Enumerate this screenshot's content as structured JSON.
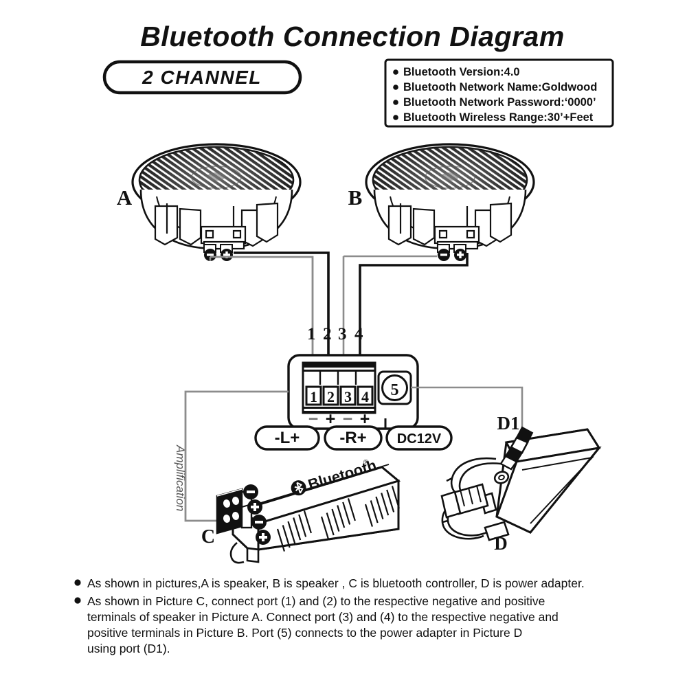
{
  "page": {
    "title": "Bluetooth Connection Diagram",
    "channel_badge": "2 CHANNEL",
    "background_color": "#ffffff",
    "ink_color": "#111111",
    "wire_gray": "#8c8c8c"
  },
  "spec_box": {
    "items": [
      "Bluetooth Version:4.0",
      "Bluetooth Network Name:Goldwood",
      "Bluetooth Network Password:‘0000’",
      "Bluetooth Wireless Range:30’+Feet"
    ]
  },
  "components": {
    "speaker_a": {
      "label": "A",
      "name": "ceiling-speaker",
      "terminals": [
        "−",
        "+"
      ]
    },
    "speaker_b": {
      "label": "B",
      "name": "ceiling-speaker",
      "terminals": [
        "−",
        "+"
      ]
    },
    "controller": {
      "label": "C",
      "brand": "Bluetooth",
      "trademark": "®",
      "terminals": [
        "−",
        "+",
        "−",
        "+"
      ]
    },
    "adapter": {
      "label": "D",
      "plug_label": "D1"
    },
    "amplifier": {
      "side_label": "Amplification"
    }
  },
  "terminal_block": {
    "port_numbers": [
      "1",
      "2",
      "3",
      "4"
    ],
    "polarity": [
      "−",
      "+",
      "−",
      "+"
    ],
    "dc_port": "5",
    "callout_numbers": [
      "1",
      "2",
      "3",
      "4"
    ],
    "pills": [
      "-L+",
      "-R+",
      "DC12V"
    ]
  },
  "notes": {
    "bullets": [
      "As shown in pictures,A is speaker, B is speaker , C is bluetooth controller, D is power adapter.",
      "As shown in Picture C, connect port (1) and (2) to the respective negative and positive terminals of speaker in Picture A.  Connect port (3) and (4) to the respective negative and positive terminals in Picture B.  Port (5) connects to the power adapter in Picture D using port (D1)."
    ],
    "bullet2_lines": [
      "As shown in Picture C, connect port (1) and (2) to the respective negative and positive",
      "terminals of speaker in Picture A.  Connect port (3) and (4) to the respective negative and",
      "positive terminals in Picture B.  Port (5) connects to the power adapter in Picture D",
      "using port (D1)."
    ]
  }
}
